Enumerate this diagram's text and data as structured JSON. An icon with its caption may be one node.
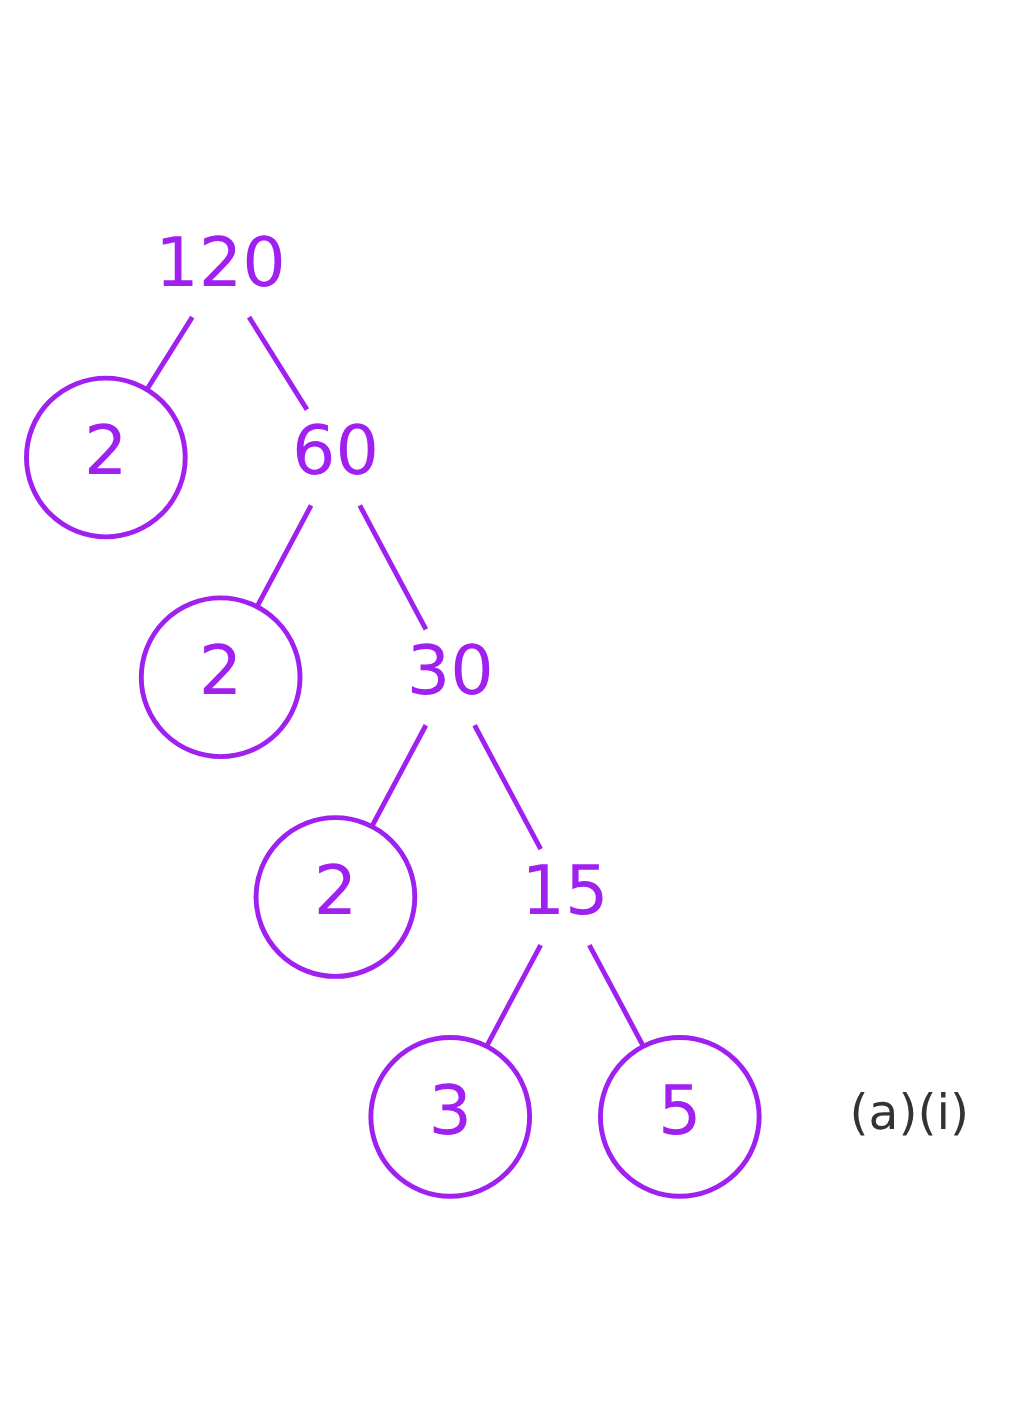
{
  "diagram": {
    "nodes": [
      {
        "text": [
          "120"
        ]
      },
      {
        "text": [
          "2"
        ]
      },
      {
        "text": [
          "60"
        ]
      },
      {
        "text": [
          "2"
        ]
      },
      {
        "text": [
          "30"
        ]
      },
      {
        "text": [
          "2"
        ]
      },
      {
        "text": [
          "15"
        ]
      },
      {
        "text": [
          "3"
        ]
      },
      {
        "text": [
          "5"
        ]
      }
    ],
    "edges": [
      {
        "from": 0,
        "to": 1,
        "arrow": "none"
      },
      {
        "from": 0,
        "to": 2,
        "arrow": "none"
      },
      {
        "from": 2,
        "to": 3,
        "arrow": "none"
      },
      {
        "from": 2,
        "to": 4,
        "arrow": "none"
      },
      {
        "from": 4,
        "to": 5,
        "arrow": "none"
      },
      {
        "from": 4,
        "to": 6,
        "arrow": "none"
      },
      {
        "from": 6,
        "to": 7,
        "arrow": "none"
      },
      {
        "from": 6,
        "to": 8,
        "arrow": "none"
      }
    ],
    "labels": [
      "(a)(i)"
    ]
  }
}
